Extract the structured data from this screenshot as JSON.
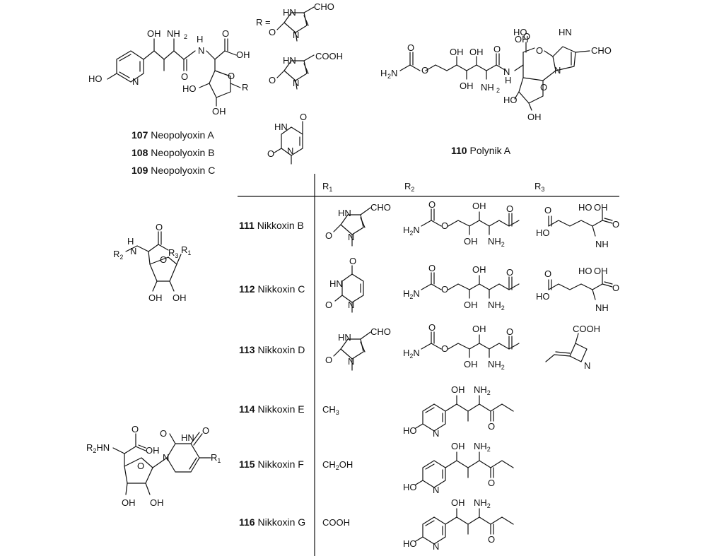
{
  "r_equals": "R =",
  "atoms": {
    "OH": "OH",
    "HO": "HO",
    "NH": "NH",
    "NH2": "NH",
    "two": "2",
    "N": "N",
    "O": "O",
    "CHO": "CHO",
    "COOH": "COOH",
    "HN": "HN",
    "H2N": "H",
    "H2Nn": "N",
    "CH3": "CH",
    "three": "3",
    "CH2OH_a": "CH",
    "CH2OH_b": "OH",
    "R": "R",
    "R1": "R",
    "one": "1",
    "R2": "R",
    "R3": "R",
    "R2HN_a": "R",
    "R2HN_b": "HN"
  },
  "compounds_top": [
    {
      "num": "107",
      "name": "Neopolyoxin A"
    },
    {
      "num": "108",
      "name": "Neopolyoxin B"
    },
    {
      "num": "109",
      "name": "Neopolyoxin C"
    }
  ],
  "polynik": {
    "num": "110",
    "name": "Polynik A"
  },
  "table": {
    "headers": [
      {
        "label": "R",
        "sub": "1"
      },
      {
        "label": "R",
        "sub": "2"
      },
      {
        "label": "R",
        "sub": "3"
      }
    ],
    "rows": [
      {
        "num": "111",
        "name": "Nikkoxin B"
      },
      {
        "num": "112",
        "name": "Nikkoxin C"
      },
      {
        "num": "113",
        "name": "Nikkoxin D"
      },
      {
        "num": "114",
        "name": "Nikkoxin E",
        "r1": "CH3"
      },
      {
        "num": "115",
        "name": "Nikkoxin F",
        "r1": "CH2OH"
      },
      {
        "num": "116",
        "name": "Nikkoxin G",
        "r1": "COOH"
      }
    ]
  }
}
